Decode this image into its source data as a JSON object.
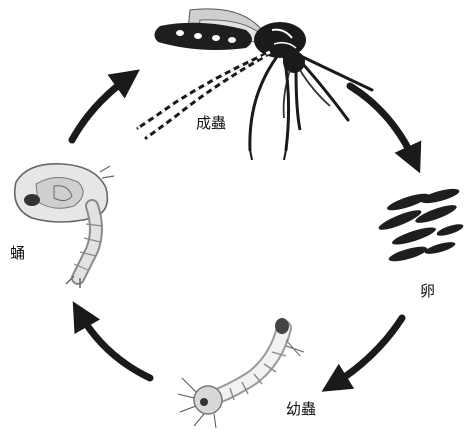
{
  "diagram": {
    "type": "life-cycle",
    "stages": [
      {
        "key": "adult",
        "label": "成蟲"
      },
      {
        "key": "egg",
        "label": "卵"
      },
      {
        "key": "larva",
        "label": "幼蟲"
      },
      {
        "key": "pupa",
        "label": "蛹"
      }
    ],
    "arrow_color": "#1a1a1a"
  }
}
